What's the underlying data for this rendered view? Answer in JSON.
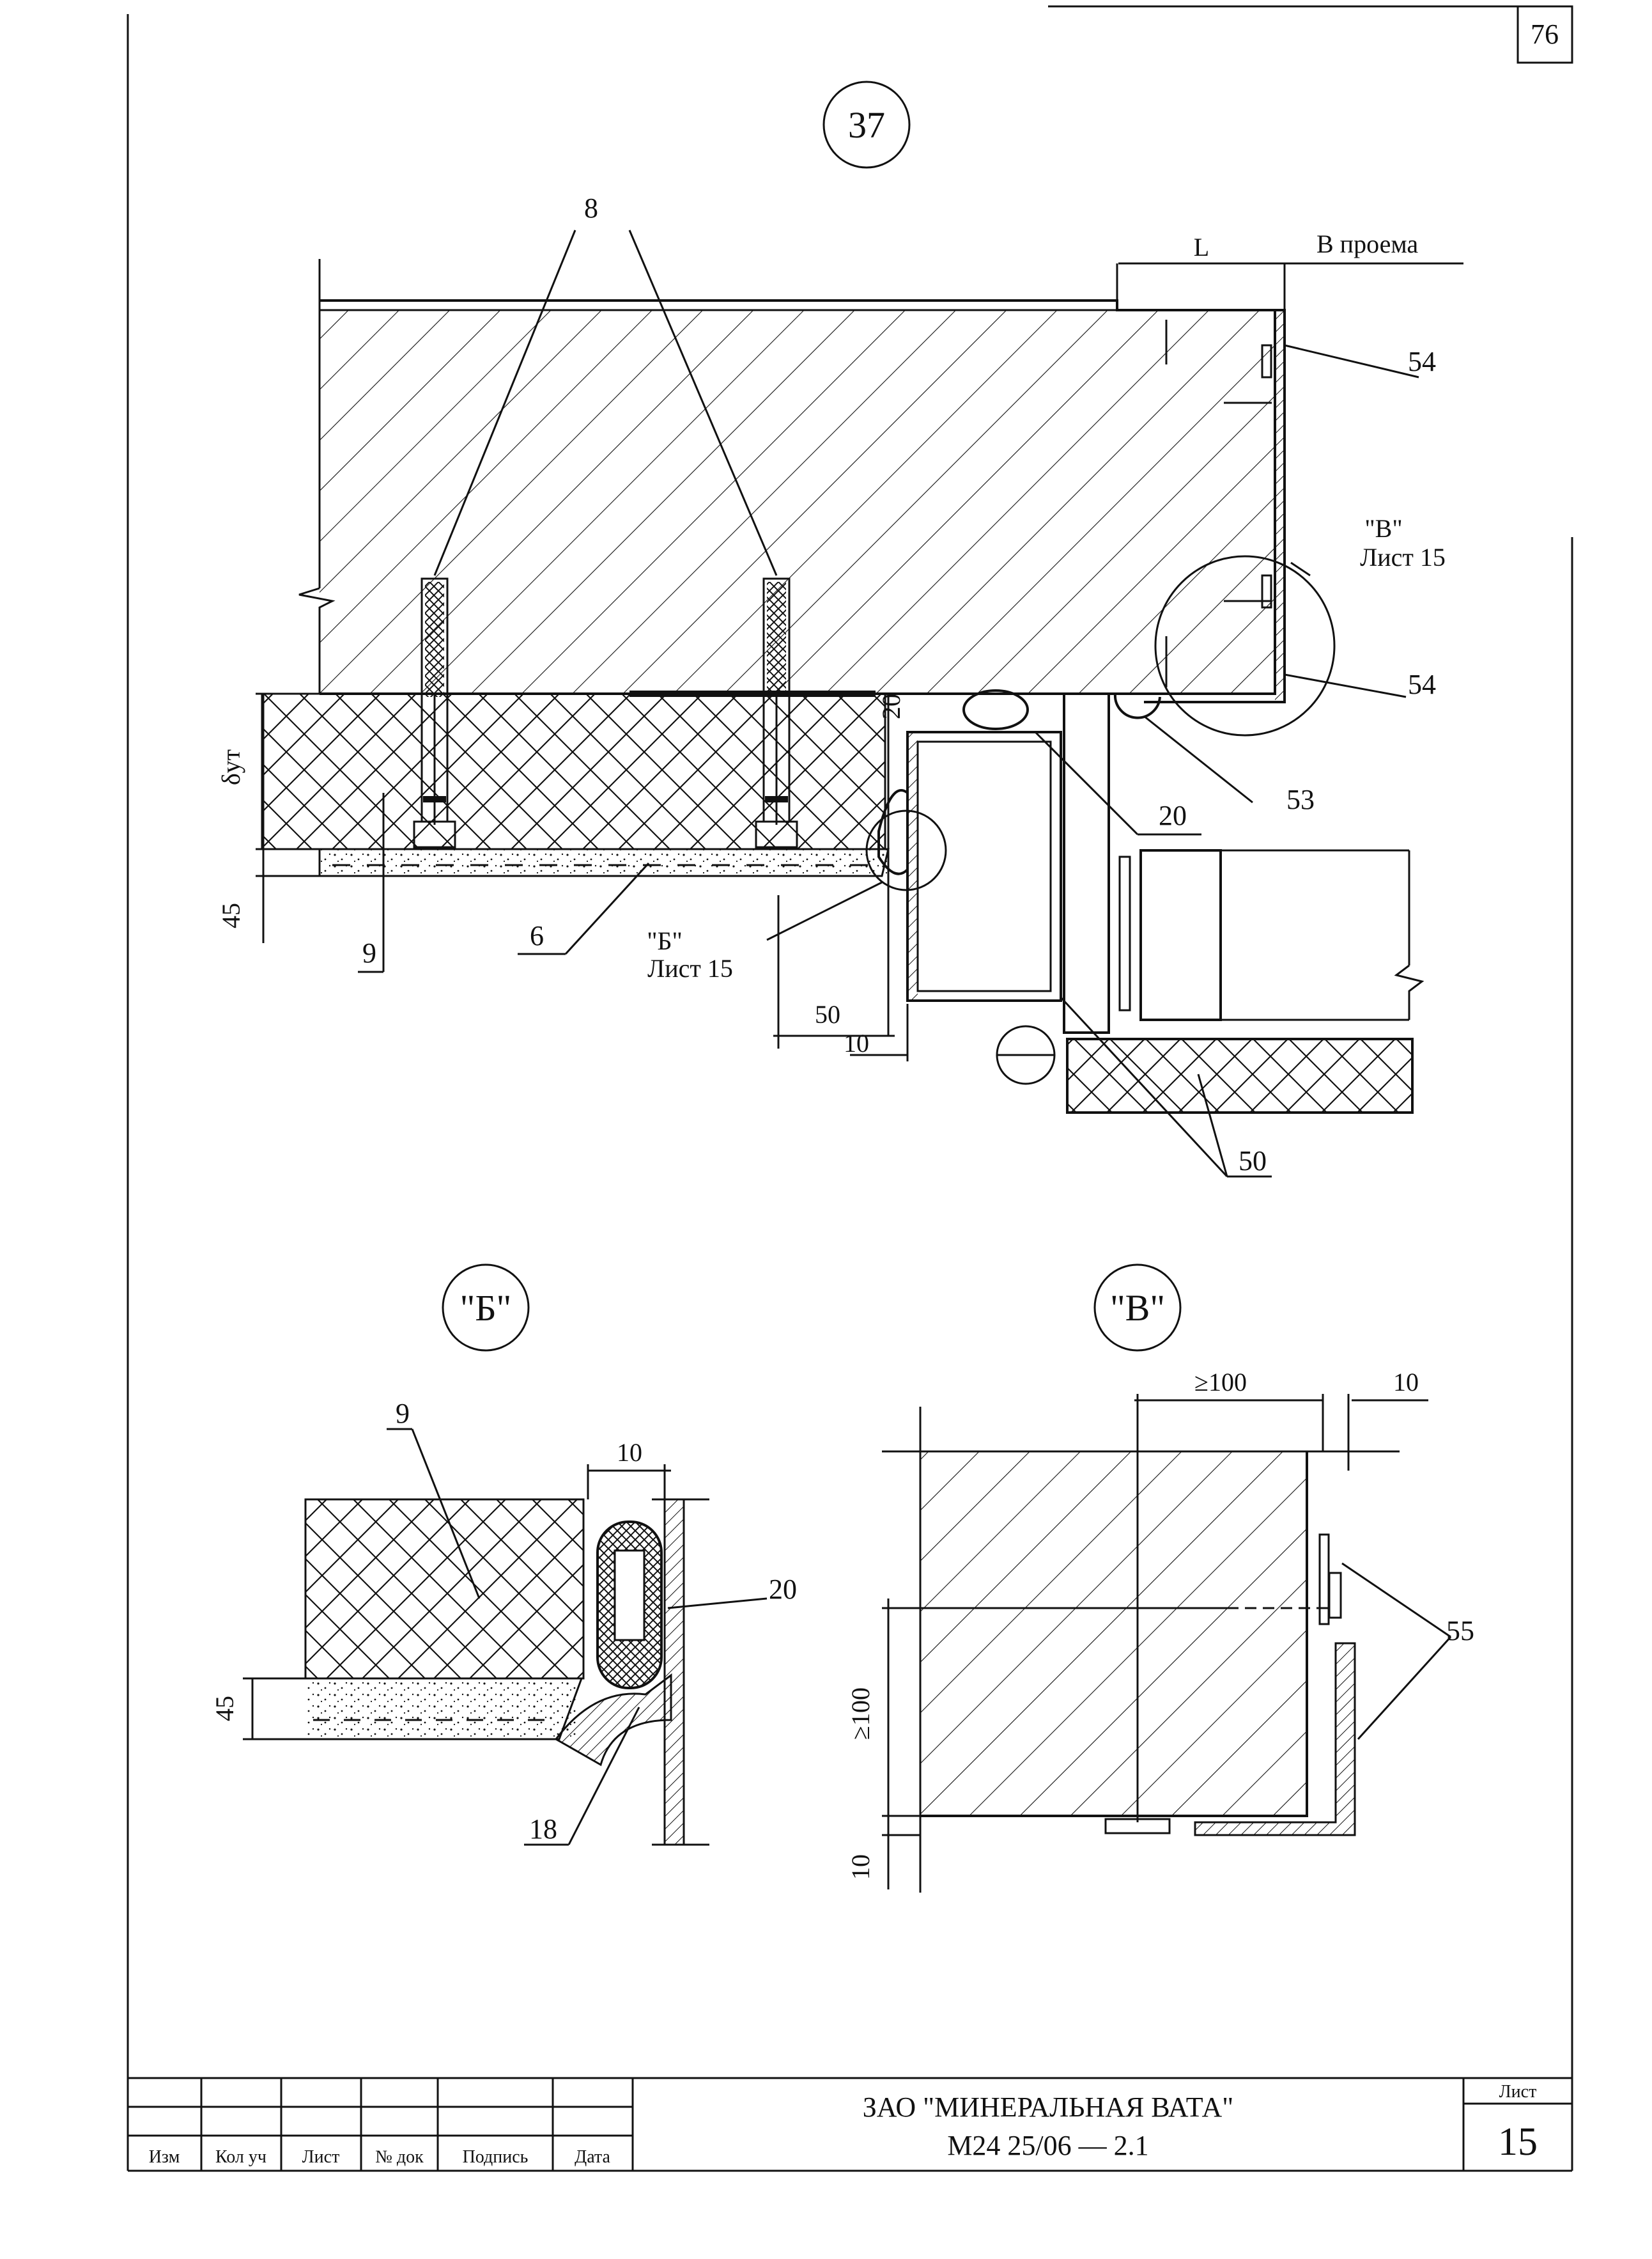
{
  "page_corner_number": "76",
  "view_main": {
    "marker": "37",
    "l_dim": "L",
    "opening_note": "В проема",
    "callouts": {
      "c8": "8",
      "c54a": "54",
      "c54b": "54",
      "c20": "20",
      "c53": "53",
      "c9": "9",
      "c6": "6",
      "c50": "50",
      "ref_b_mark": "\"Б\"",
      "ref_b_sheet": "Лист 15",
      "ref_v_mark": "\"В\"",
      "ref_v_sheet": "Лист 15"
    },
    "dims": {
      "d20": "20",
      "d45": "45",
      "d50": "50",
      "d10": "10",
      "thickness_symbol": "δут"
    }
  },
  "detail_b": {
    "marker": "\"Б\"",
    "callouts": {
      "c9": "9",
      "c20": "20",
      "c18": "18"
    },
    "dims": {
      "d10": "10",
      "d45": "45"
    }
  },
  "detail_v": {
    "marker": "\"В\"",
    "callouts": {
      "c55": "55"
    },
    "dims": {
      "d100_top": "≥100",
      "d10_top": "10",
      "d100_side": "≥100",
      "d10_side": "10"
    }
  },
  "title_block": {
    "col_labels": [
      "Изм",
      "Кол уч",
      "Лист",
      "№ док",
      "Подпись",
      "Дата"
    ],
    "organization": "ЗАО \"МИНЕРАЛЬНАЯ ВАТА\"",
    "doc_code": "М24 25/06  —  2.1",
    "sheet_label": "Лист",
    "sheet_number": "15"
  }
}
